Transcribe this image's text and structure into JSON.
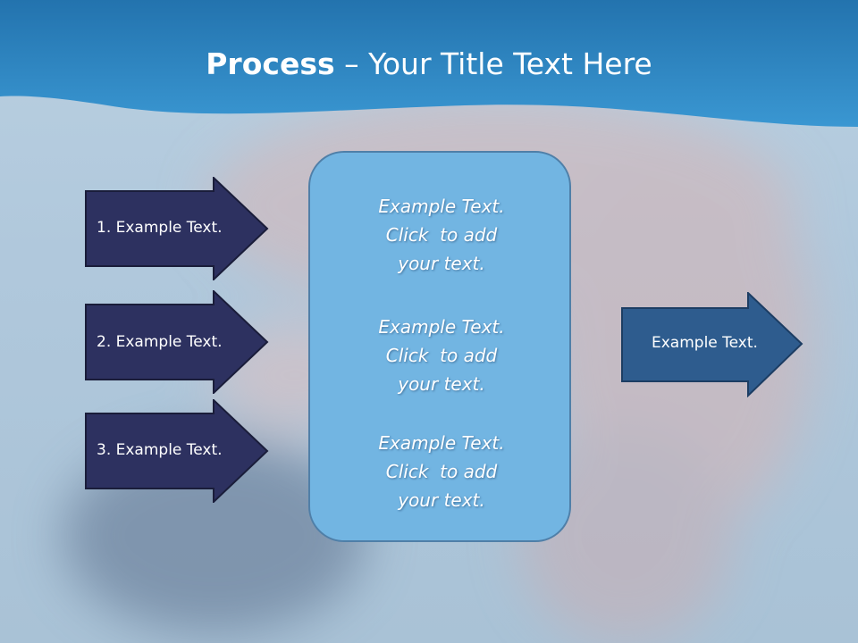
{
  "slide": {
    "title_bold": "Process",
    "title_rest": " – Your Title Text Here",
    "left_arrows": [
      {
        "label": "1. Example Text."
      },
      {
        "label": "2. Example Text."
      },
      {
        "label": "3. Example Text."
      }
    ],
    "center_blocks": [
      {
        "lines": [
          "Example Text.",
          "Click  to add",
          "your text."
        ]
      },
      {
        "lines": [
          "Example Text.",
          "Click  to add",
          "your text."
        ]
      },
      {
        "lines": [
          "Example Text.",
          "Click  to add",
          "your text."
        ]
      }
    ],
    "right_arrow": {
      "label": "Example Text."
    }
  },
  "colors": {
    "header_blue": "#2a82c0",
    "left_arrow_fill": "#2d3160",
    "right_arrow_fill": "#2e5c8e",
    "center_box_fill": "#72b5e2",
    "center_box_border": "#4f7fa8"
  }
}
